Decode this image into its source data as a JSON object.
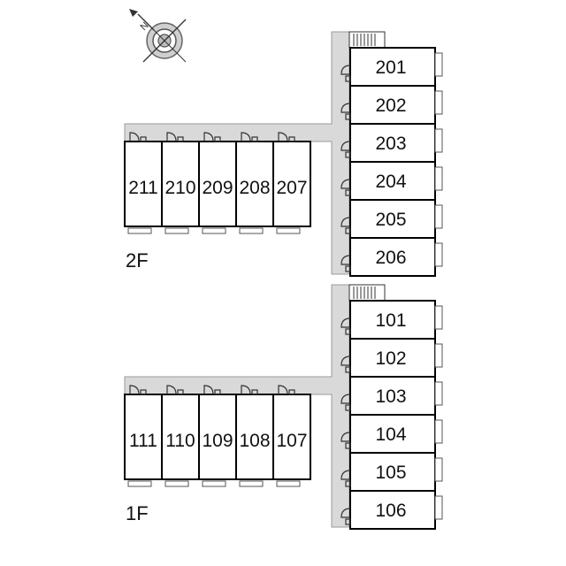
{
  "floors": [
    {
      "label": "2F",
      "west_units": [
        "211",
        "210",
        "209",
        "208",
        "207"
      ],
      "east_units": [
        "201",
        "202",
        "203",
        "204",
        "205",
        "206"
      ]
    },
    {
      "label": "1F",
      "west_units": [
        "111",
        "110",
        "109",
        "108",
        "107"
      ],
      "east_units": [
        "101",
        "102",
        "103",
        "104",
        "105",
        "106"
      ]
    }
  ],
  "compass": {
    "icon": "north-arrow-compass-icon",
    "letter": "N"
  },
  "colors": {
    "corridor": "#d9d9d9",
    "wall": "#000000",
    "background": "#ffffff"
  }
}
